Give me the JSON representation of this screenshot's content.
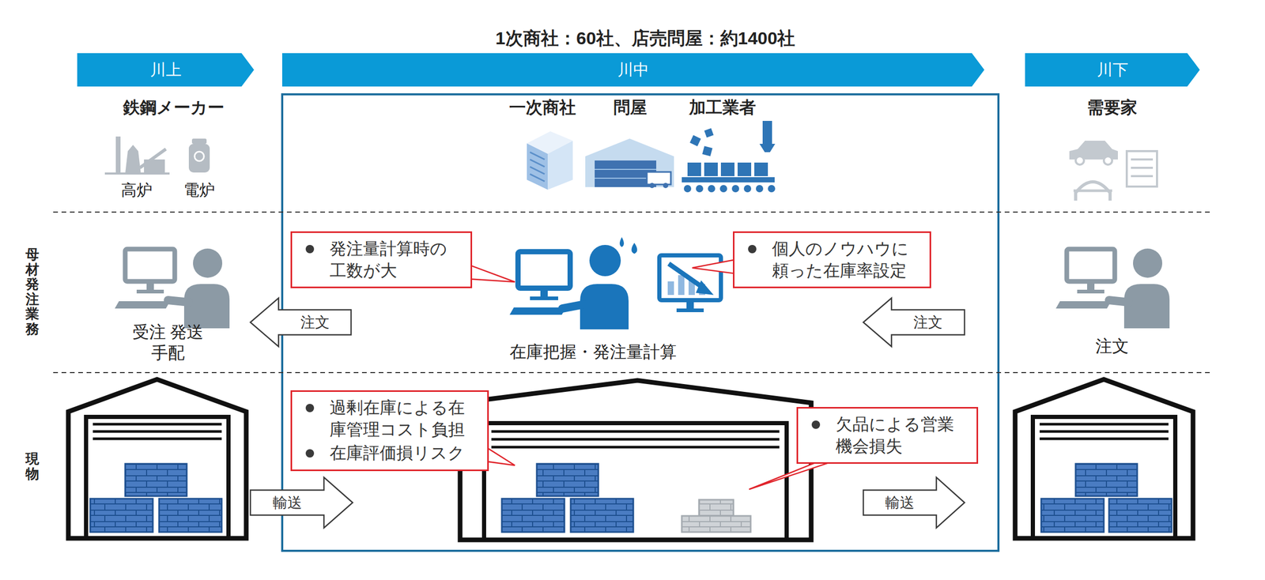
{
  "diagram": {
    "title": "1次商社：60社、店売問屋：約1400社",
    "nodes": [
      {
        "text": [
          "川上"
        ]
      },
      {
        "text": [
          "川中"
        ]
      },
      {
        "text": [
          "川下"
        ]
      },
      {
        "text": [
          "発注量計算時の工数が大"
        ]
      },
      {
        "text": [
          "個人のノウハウに頼った在庫率設定"
        ]
      },
      {
        "text": [
          "注文"
        ]
      },
      {
        "text": [
          "注文"
        ]
      },
      {
        "text": [
          "過剰在庫による在庫管理コスト負担",
          "在庫評価損リスク"
        ]
      },
      {
        "text": [
          "欠品による営業機会損失"
        ]
      },
      {
        "text": [
          "輸送"
        ]
      },
      {
        "text": [
          "輸送"
        ]
      }
    ],
    "labels": [
      "鉄鋼メーカー",
      "一次商社",
      "問屋",
      "加工業者",
      "需要家",
      "高炉",
      "電炉",
      "母材発注業務",
      "受注 発送手配",
      "在庫把握・発注量計算",
      "注文",
      "現物"
    ]
  }
}
